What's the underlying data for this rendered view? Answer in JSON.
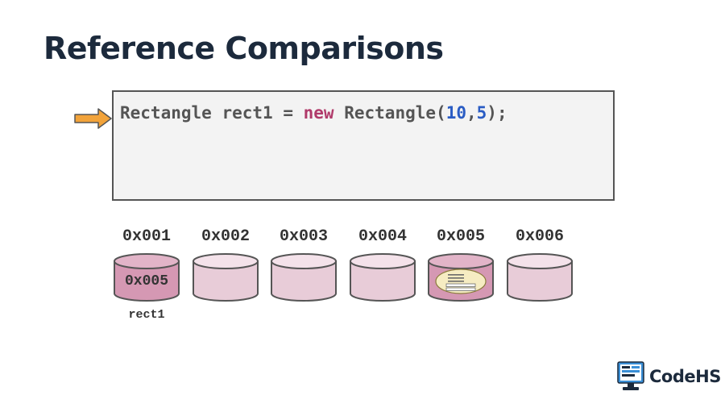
{
  "slide": {
    "title": "Reference Comparisons"
  },
  "code": {
    "type_name": "Rectangle",
    "var_name": "rect1",
    "equals": "=",
    "keyword_new": "new",
    "constructor": "Rectangle",
    "open_paren": "(",
    "arg1": "10",
    "comma": ",",
    "arg2": "5",
    "close": ");"
  },
  "memory": {
    "slots": [
      {
        "address": "0x001",
        "value": "0x005",
        "highlighted": true
      },
      {
        "address": "0x002",
        "value": "",
        "highlighted": false
      },
      {
        "address": "0x003",
        "value": "",
        "highlighted": false
      },
      {
        "address": "0x004",
        "value": "",
        "highlighted": false
      },
      {
        "address": "0x005",
        "value": "",
        "highlighted": true,
        "contains_object": true
      },
      {
        "address": "0x006",
        "value": "",
        "highlighted": false
      }
    ],
    "variable_label": "rect1"
  },
  "brand": {
    "name": "CodeHS"
  },
  "colors": {
    "title": "#1c2a3c",
    "arrow": "#f2a33a",
    "keyword": "#b03a6a",
    "number": "#2a5cc4",
    "slot_fill": "#e8ccd8",
    "slot_fill_highlight": "#d598b3",
    "slot_stroke": "#555555"
  }
}
